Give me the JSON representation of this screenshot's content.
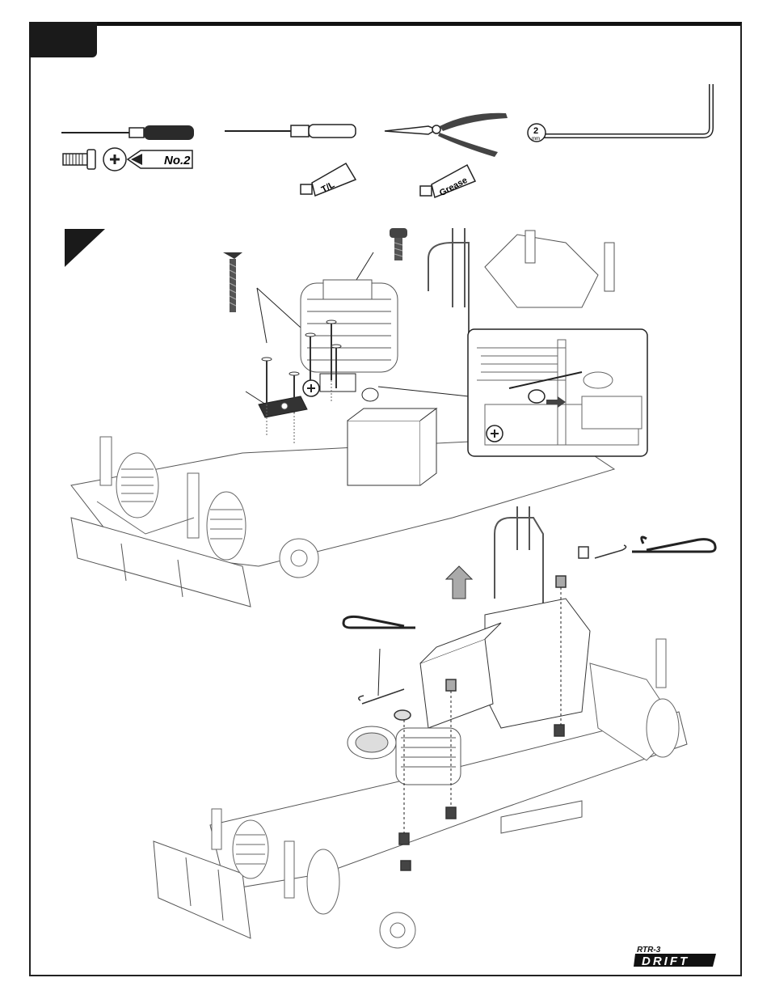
{
  "tools": {
    "bit_label": "No.2",
    "hex_size": "2",
    "hex_unit": "mm",
    "threadlock_label": "T/L",
    "grease_label": "Grease"
  },
  "logo": {
    "text": "RTR-3 DRIFT"
  },
  "colors": {
    "ink": "#1a1a1a",
    "line": "#333333",
    "light_gray": "#bdbdbd",
    "mid_gray": "#8a8a8a"
  }
}
